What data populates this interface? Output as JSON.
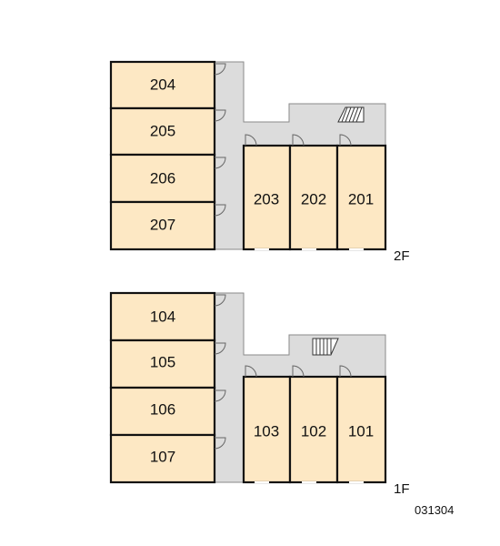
{
  "floors": [
    {
      "label": "2F",
      "left_rooms": [
        "204",
        "205",
        "206",
        "207"
      ],
      "right_rooms": [
        "203",
        "202",
        "201"
      ]
    },
    {
      "label": "1F",
      "left_rooms": [
        "104",
        "105",
        "106",
        "107"
      ],
      "right_rooms": [
        "103",
        "102",
        "101"
      ]
    }
  ],
  "code": "031304",
  "colors": {
    "room_fill": "#fde8c4",
    "corridor": "#dcdcdc",
    "wall": "#111111"
  },
  "icons": [
    "door-icon",
    "staircase-icon"
  ]
}
